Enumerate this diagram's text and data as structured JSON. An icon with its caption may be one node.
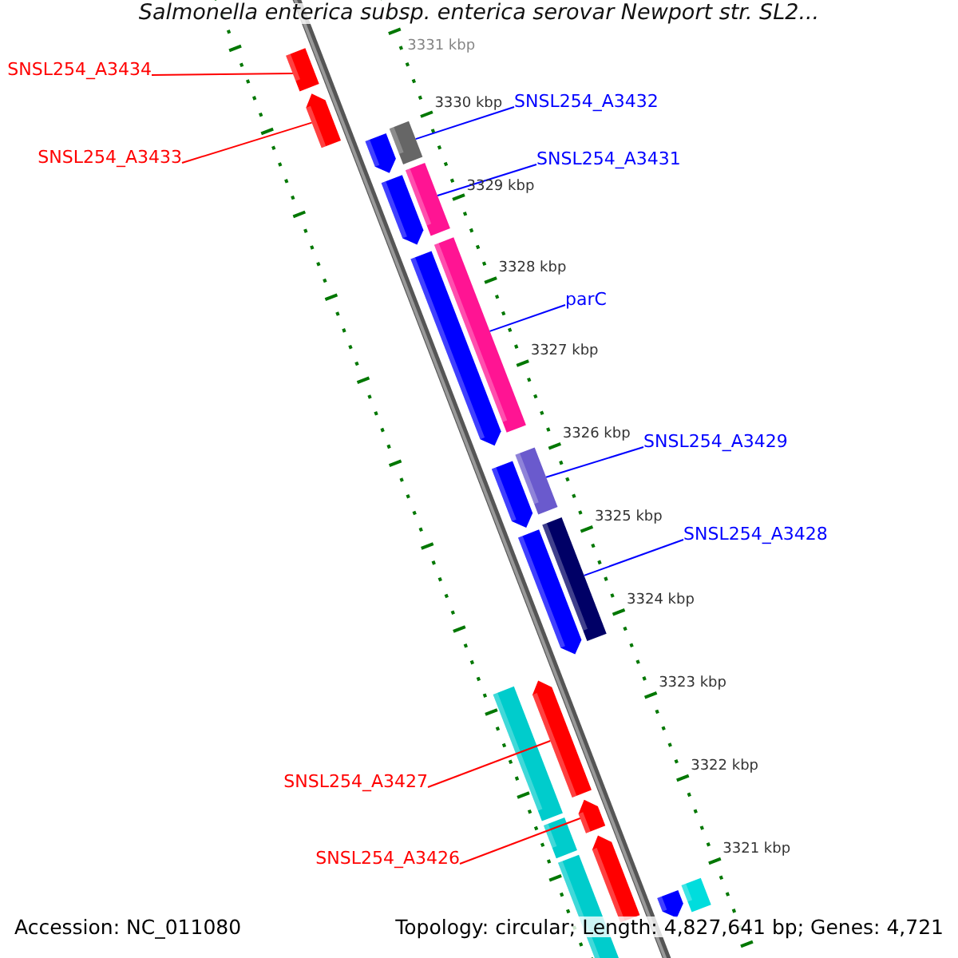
{
  "diagram": {
    "title": "Salmonella enterica subsp. enterica serovar Newport str. SL2...",
    "nodes": [
      {
        "text": [
          "SNSL254_A3434"
        ]
      },
      {
        "text": [
          "SNSL254_A3433"
        ]
      },
      {
        "text": [
          "SNSL254_A3432"
        ]
      },
      {
        "text": [
          "SNSL254_A3431"
        ]
      },
      {
        "text": [
          "parC"
        ]
      },
      {
        "text": [
          "SNSL254_A3429"
        ]
      },
      {
        "text": [
          "SNSL254_A3428"
        ]
      },
      {
        "text": [
          "SNSL254_A3427"
        ]
      },
      {
        "text": [
          "SNSL254_A3426"
        ]
      },
      {
        "text": [],
        "shape": "bar"
      },
      {
        "text": [],
        "shape": "arrow"
      },
      {
        "text": [],
        "shape": "bar"
      },
      {
        "text": [],
        "shape": "arrow"
      },
      {
        "text": [],
        "shape": "bar"
      },
      {
        "text": [],
        "shape": "arrow"
      },
      {
        "text": [],
        "shape": "bar"
      },
      {
        "text": [],
        "shape": "arrow"
      },
      {
        "text": [],
        "shape": "bar"
      },
      {
        "text": [],
        "shape": "arrow"
      },
      {
        "text": [],
        "shape": "bar"
      },
      {
        "text": [],
        "shape": "arrow"
      },
      {
        "text": [],
        "shape": "bar"
      },
      {
        "text": [],
        "shape": "arrow"
      },
      {
        "text": [],
        "shape": "arrow"
      },
      {
        "text": [],
        "shape": "bar"
      },
      {
        "text": [],
        "shape": "arrow"
      },
      {
        "text": [],
        "shape": "bar"
      },
      {
        "text": [],
        "shape": "bar"
      },
      {
        "text": [],
        "shape": "arrow"
      }
    ],
    "edges": [
      {
        "from": 0,
        "to": 9,
        "arrow": "none",
        "color": "#ff0000"
      },
      {
        "from": 1,
        "to": 10,
        "arrow": "none",
        "color": "#ff0000"
      },
      {
        "from": 2,
        "to": 11,
        "arrow": "none"
      },
      {
        "from": 3,
        "to": 13,
        "arrow": "none"
      },
      {
        "from": 4,
        "to": 15,
        "arrow": "none"
      },
      {
        "from": 5,
        "to": 17,
        "arrow": "none"
      },
      {
        "from": 6,
        "to": 19,
        "arrow": "none"
      },
      {
        "from": 7,
        "to": 22,
        "arrow": "none",
        "color": "#ff0000"
      },
      {
        "from": 8,
        "to": 23,
        "arrow": "none",
        "color": "#ff0000"
      }
    ],
    "labels": [
      "3331 kbp",
      "3330 kbp",
      "3329 kbp",
      "3328 kbp",
      "3327 kbp",
      "3326 kbp",
      "3325 kbp",
      "3324 kbp",
      "3323 kbp",
      "3322 kbp",
      "3321 kbp",
      "Accession: NC_011080",
      "Topology: circular; Length: 4,827,641 bp; Genes: 4,721"
    ]
  }
}
